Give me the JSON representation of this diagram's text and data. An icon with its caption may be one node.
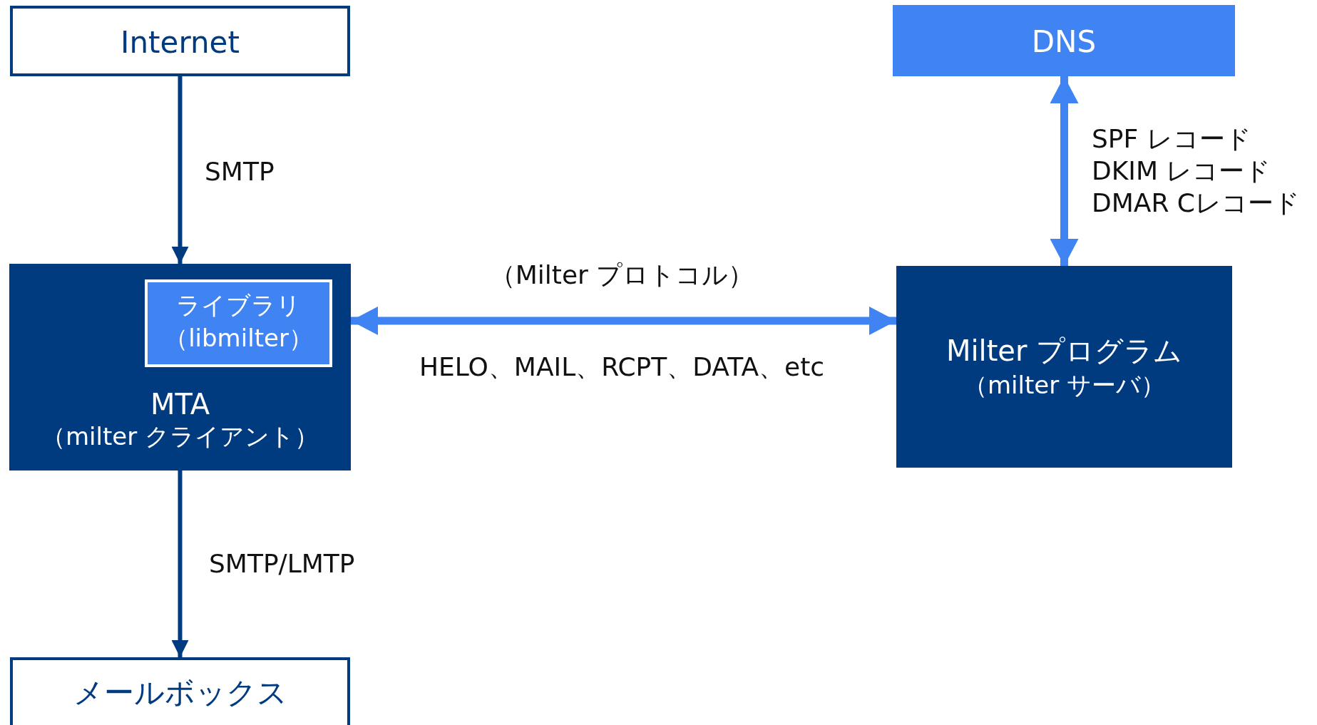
{
  "diagram": {
    "nodes": [
      {
        "text": [
          "Internet"
        ]
      },
      {
        "text": [
          "DNS"
        ]
      },
      {
        "text": [
          "MTA",
          "（milter クライアント）"
        ]
      },
      {
        "text": [
          "ライブラリ",
          "（libmilter）"
        ],
        "in": 2
      },
      {
        "text": [
          "Milter プログラム",
          "（milter サーバ）"
        ]
      },
      {
        "text": [
          "メールボックス"
        ]
      }
    ],
    "edges": [
      {
        "from": 0,
        "to": 2,
        "arrow": "to",
        "label": "SMTP",
        "color": "#003b80"
      },
      {
        "from": 2,
        "to": 4,
        "arrow": "both",
        "label": "（Milter プロトコル）",
        "style": "thick",
        "color": "#3f84f2"
      },
      {
        "from": 4,
        "to": 1,
        "arrow": "both",
        "style": "thick",
        "color": "#3f84f2"
      },
      {
        "from": 2,
        "to": 5,
        "arrow": "to",
        "label": "SMTP/LMTP",
        "color": "#003b80"
      }
    ],
    "labels": [
      "HELO、MAIL、RCPT、DATA、etc",
      "SPF レコード",
      "DKIM レコード",
      "DMAR Cレコード"
    ]
  }
}
